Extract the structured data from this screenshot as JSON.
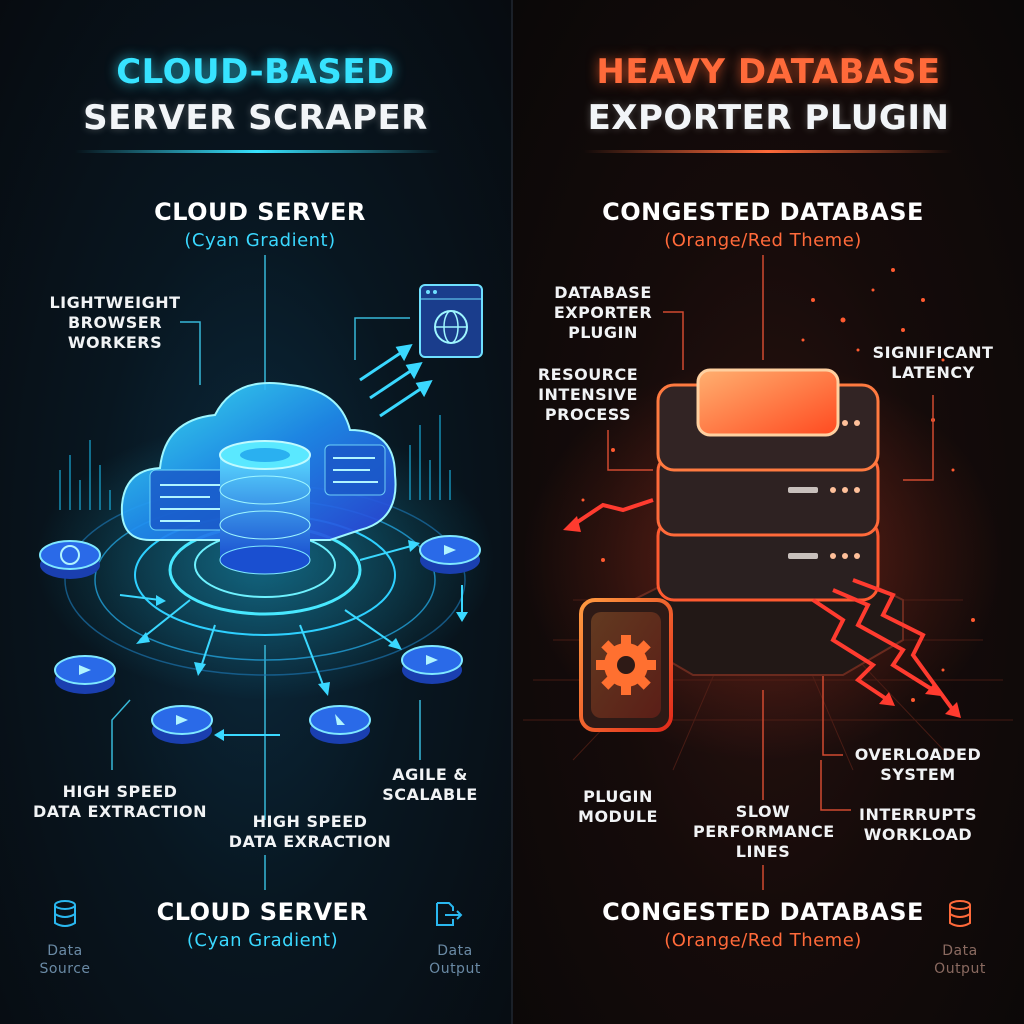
{
  "left": {
    "title_line1": "CLOUD-BASED",
    "title_line2": "SERVER SCRAPER",
    "top_label": "CLOUD SERVER",
    "top_sub": "(Cyan Gradient)",
    "workers_label": [
      "LIGHTWEIGHT",
      "BROWSER",
      "WORKERS"
    ],
    "speed_label_left": [
      "HIGH SPEED",
      "DATA EXTRACTION"
    ],
    "speed_label_center": [
      "HIGH SPEED",
      "DATA EXRACTION"
    ],
    "agile_label": [
      "AGILE &",
      "SCALABLE"
    ],
    "bottom_label": "CLOUD SERVER",
    "bottom_sub": "(Cyan Gradient)",
    "source_label": [
      "Data",
      "Source"
    ],
    "output_label": [
      "Data",
      "Output"
    ]
  },
  "right": {
    "title_line1": "HEAVY DATABASE",
    "title_line2": "EXPORTER PLUGIN",
    "top_label": "CONGESTED DATABASE",
    "top_sub": "(Orange/Red Theme)",
    "exporter_label": [
      "DATABASE",
      "EXPORTER",
      "PLUGIN"
    ],
    "resource_label": [
      "RESOURCE",
      "INTENSIVE",
      "PROCESS"
    ],
    "latency_label": [
      "SIGNIFICANT",
      "LATENCY"
    ],
    "overloaded_label": [
      "OVERLOADED",
      "SYSTEM"
    ],
    "interrupts_label": [
      "INTERRUPTS",
      "WORKLOAD"
    ],
    "plugin_label": [
      "PLUGIN",
      "MODULE"
    ],
    "slow_label": [
      "SLOW",
      "PERFORMANCE",
      "LINES"
    ],
    "bottom_label": "CONGESTED DATABASE",
    "bottom_sub": "(Orange/Red Theme)",
    "output_label": [
      "Data",
      "Output"
    ]
  },
  "colors": {
    "cyan": "#37e3ff",
    "orange": "#ff6a3a",
    "red": "#ff3b2f"
  }
}
